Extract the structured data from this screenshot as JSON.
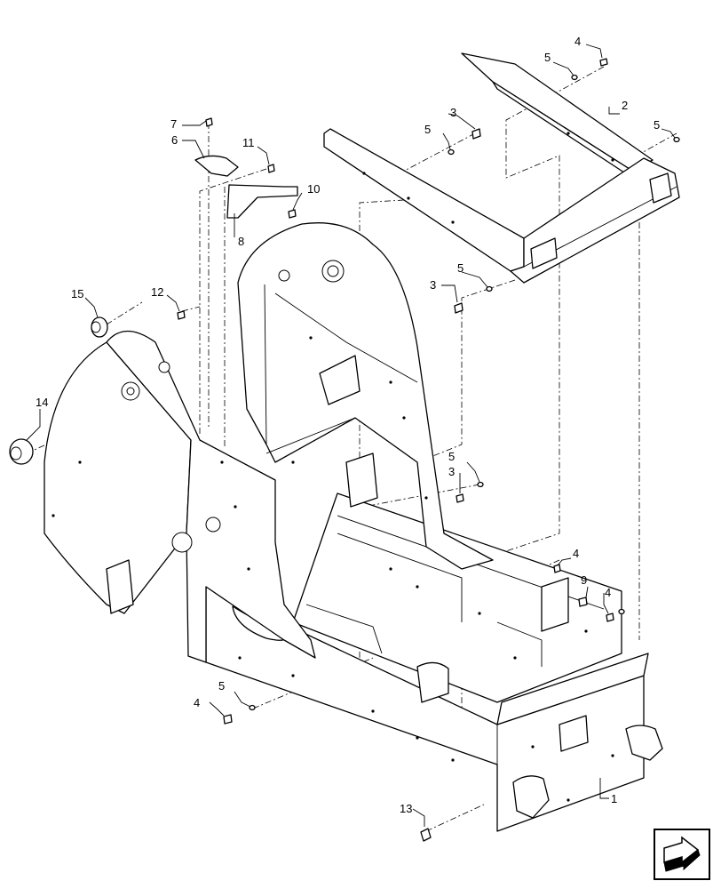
{
  "callouts": {
    "c1": "1",
    "c2": "2",
    "c3a": "3",
    "c3b": "3",
    "c3c": "3",
    "c4a": "4",
    "c4b": "4",
    "c4c": "4",
    "c4d": "4",
    "c5a": "5",
    "c5b": "5",
    "c5c": "5",
    "c5d": "5",
    "c5e": "5",
    "c5f": "5",
    "c6": "6",
    "c7": "7",
    "c8": "8",
    "c9": "9",
    "c10": "10",
    "c11": "11",
    "c12": "12",
    "c13": "13",
    "c14": "14",
    "c15": "15"
  },
  "icons": {
    "nav": "next-page-arrow-icon"
  }
}
